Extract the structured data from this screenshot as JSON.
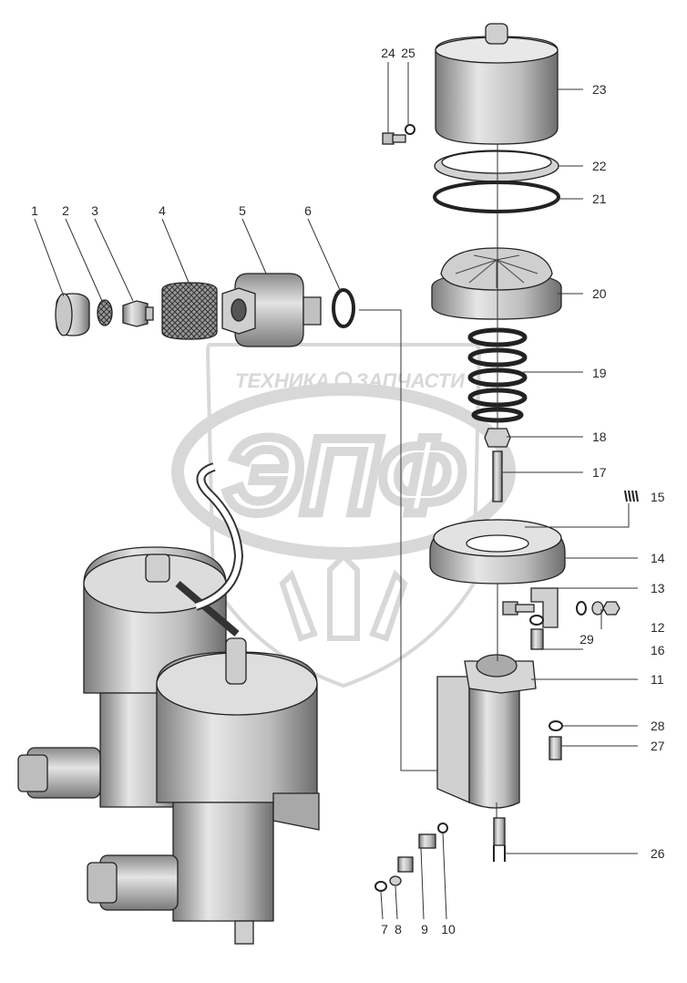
{
  "watermark": {
    "text_left": "ТЕХНИКА",
    "text_right": "ЗАПЧАСТИ",
    "logo": "ЭПФ",
    "color": "#b9b9b9"
  },
  "colors": {
    "line": "#222222",
    "part_fill": "#d9d9d9",
    "part_dark": "#9a9a9a"
  },
  "callouts": [
    {
      "id": "c1",
      "label": "1"
    },
    {
      "id": "c2",
      "label": "2"
    },
    {
      "id": "c3",
      "label": "3"
    },
    {
      "id": "c4",
      "label": "4"
    },
    {
      "id": "c5",
      "label": "5"
    },
    {
      "id": "c6",
      "label": "6"
    },
    {
      "id": "c7",
      "label": "7"
    },
    {
      "id": "c8",
      "label": "8"
    },
    {
      "id": "c9",
      "label": "9"
    },
    {
      "id": "c10",
      "label": "10"
    },
    {
      "id": "c11",
      "label": "11"
    },
    {
      "id": "c12",
      "label": "12"
    },
    {
      "id": "c13",
      "label": "13"
    },
    {
      "id": "c14",
      "label": "14"
    },
    {
      "id": "c15",
      "label": "15"
    },
    {
      "id": "c16",
      "label": "16"
    },
    {
      "id": "c17",
      "label": "17"
    },
    {
      "id": "c18",
      "label": "18"
    },
    {
      "id": "c19",
      "label": "19"
    },
    {
      "id": "c20",
      "label": "20"
    },
    {
      "id": "c21",
      "label": "21"
    },
    {
      "id": "c22",
      "label": "22"
    },
    {
      "id": "c23",
      "label": "23"
    },
    {
      "id": "c24",
      "label": "24"
    },
    {
      "id": "c25",
      "label": "25"
    },
    {
      "id": "c26",
      "label": "26"
    },
    {
      "id": "c27",
      "label": "27"
    },
    {
      "id": "c28",
      "label": "28"
    },
    {
      "id": "c29",
      "label": "29"
    }
  ]
}
